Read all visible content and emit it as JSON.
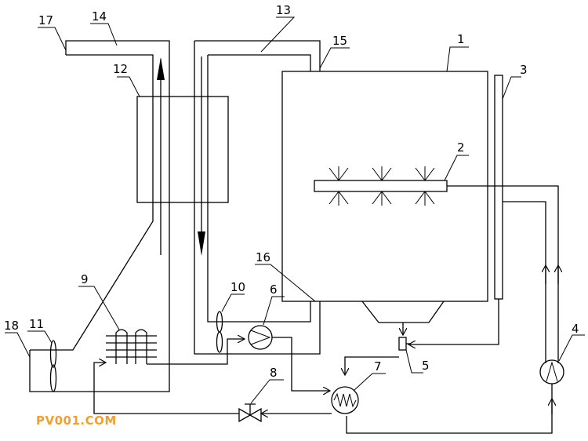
{
  "labels": {
    "l1": "1",
    "l2": "2",
    "l3": "3",
    "l4": "4",
    "l5": "5",
    "l6": "6",
    "l7": "7",
    "l8": "8",
    "l9": "9",
    "l10": "10",
    "l11": "11",
    "l12": "12",
    "l13": "13",
    "l14": "14",
    "l15": "15",
    "l16": "16",
    "l17": "17",
    "l18": "18"
  },
  "watermark": "PV001.COM",
  "colors": {
    "line": "#000000",
    "watermark": "#f0a030",
    "background": "#ffffff"
  }
}
